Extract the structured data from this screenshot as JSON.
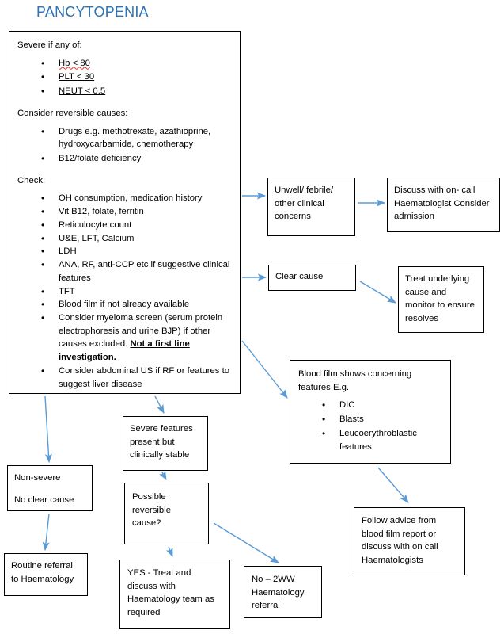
{
  "page": {
    "title": "PANCYTOPENIA",
    "title_color": "#2E74B5",
    "arrow_color": "#5B9BD5",
    "box_border_color": "#000000",
    "background": "#ffffff"
  },
  "main_box": {
    "severe_heading": "Severe if any of:",
    "severe_items": [
      "Hb < 80",
      "PLT < 30",
      "NEUT < 0.5"
    ],
    "reversible_heading": "Consider reversible causes:",
    "reversible_items": [
      "Drugs e.g. methotrexate, azathioprine, hydroxycarbamide, chemotherapy",
      "B12/folate deficiency"
    ],
    "check_heading": "Check:",
    "check_items": [
      "OH consumption, medication history",
      "Vit B12, folate, ferritin",
      "Reticulocyte count",
      "U&E, LFT, Calcium",
      "LDH",
      "ANA, RF, anti-CCP etc if suggestive clinical features",
      "TFT",
      "Blood film if not already available",
      "Consider myeloma screen (serum protein electrophoresis and urine BJP) if other causes excluded. Not a first line investigation.",
      "Consider abdominal US if RF or features to suggest liver disease"
    ],
    "myeloma_item_prefix": "Consider myeloma screen (serum protein electrophoresis and urine BJP) if other causes excluded. ",
    "myeloma_item_emphasis": "Not a first line investigation."
  },
  "nodes": {
    "unwell": "Unwell/ febrile/ other clinical concerns",
    "discuss": "Discuss with on- call Haematologist Consider admission",
    "discuss_lines": [
      "Discuss with on- call",
      "Haematologist",
      "Consider admission"
    ],
    "clear_cause": "Clear cause",
    "treat": "Treat underlying cause and monitor to ensure resolves",
    "blood_film_heading": "Blood film shows concerning features E.g.",
    "blood_film_items": [
      "DIC",
      "Blasts",
      "Leucoerythroblastic features"
    ],
    "follow_advice": "Follow advice from blood film report or discuss with on call Haematologists",
    "non_severe_line1": "Non-severe",
    "non_severe_line2": "No clear cause",
    "routine_referral": "Routine referral to Haematology",
    "severe_features": "Severe features present but clinically stable",
    "possible_reversible": "Possible reversible cause?",
    "yes_treat": "YES - Treat and discuss with Haematology team as required",
    "no_2ww": "No – 2WW Haematology referral"
  }
}
